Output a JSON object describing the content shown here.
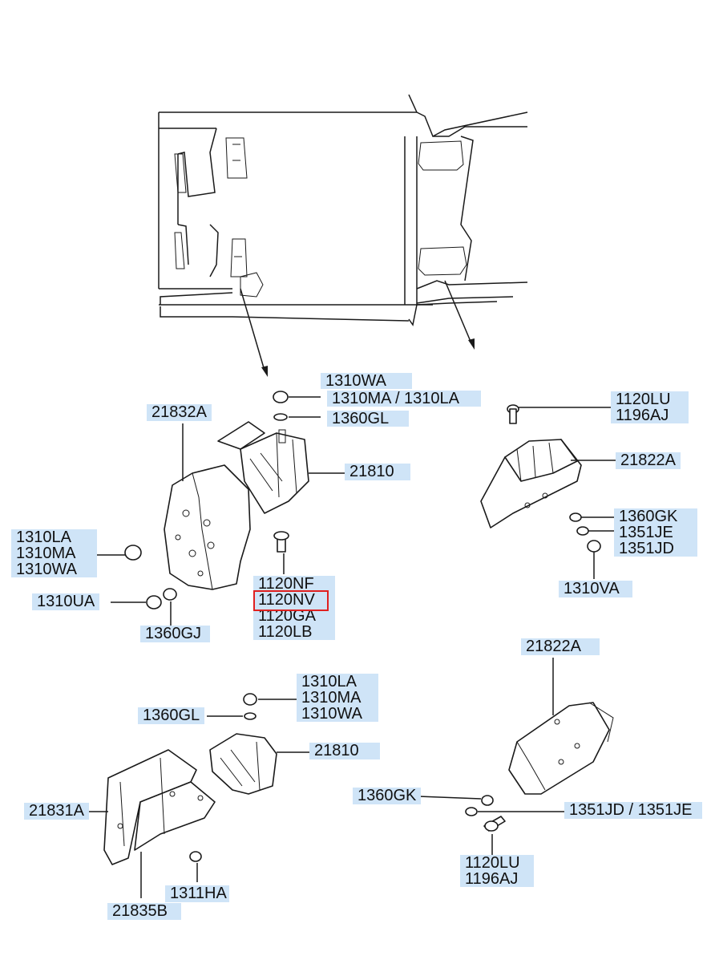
{
  "highlight_color": "#e02020",
  "label_color": "#cfe4f7",
  "labels": {
    "upper_left_nut": [
      "1310WA",
      "1310MA / 1310LA",
      "1360GL"
    ],
    "upper_left_bracket": "21832A",
    "upper_left_insulator": "21810",
    "left_washers": [
      "1310LA",
      "1310MA",
      "1310WA"
    ],
    "left_nut_ua": "1310UA",
    "left_washer_gj": "1360GJ",
    "upper_bolts": [
      "1120NF",
      "1120NV",
      "1120GA",
      "1120LB"
    ],
    "upper_right_bolt": [
      "1120LU",
      "1196AJ"
    ],
    "upper_right_insulator": "21822A",
    "upper_right_washers": [
      "1360GK",
      "1351JE",
      "1351JD"
    ],
    "upper_right_nut": "1310VA",
    "lower_right_insulator": "21822A",
    "lower_left_nut": [
      "1310LA",
      "1310MA",
      "1310WA"
    ],
    "lower_left_washer": "1360GL",
    "lower_left_insulator": "21810",
    "lower_left_bracket": "21831A",
    "lower_right_washer": "1360GK",
    "lower_right_washers_jd": "1351JD / 1351JE",
    "lower_right_bolt": [
      "1120LU",
      "1196AJ"
    ],
    "lower_left_bolt": "1311HA",
    "lower_left_bracket_b": "21835B"
  }
}
